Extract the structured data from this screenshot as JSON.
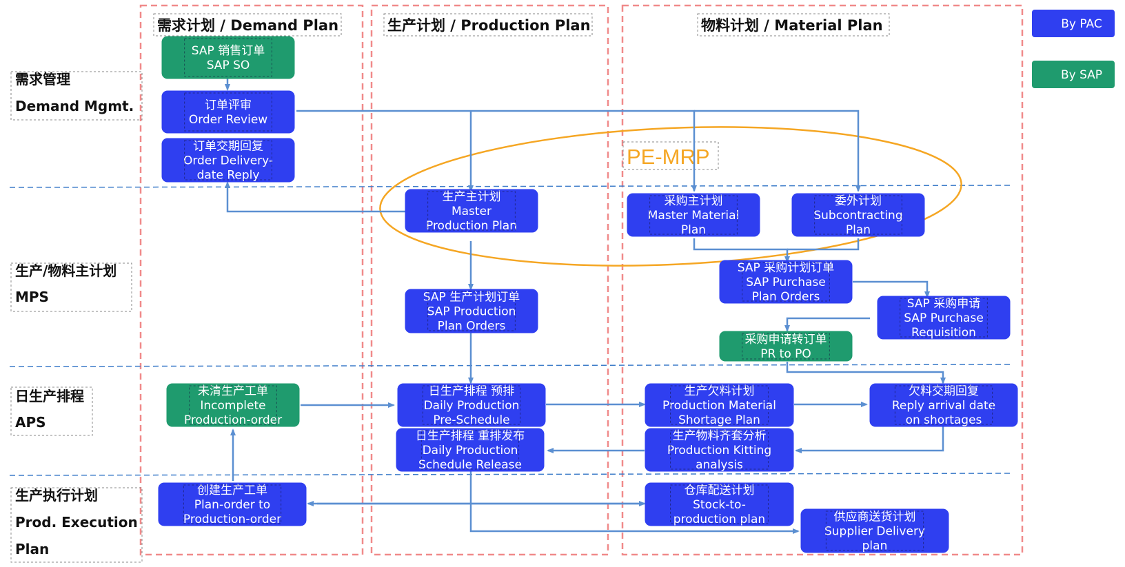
{
  "colors": {
    "pac": "#2f3ff0",
    "sap": "#1f9b6e",
    "arrow": "#5b8fd1",
    "column_border": "#f08a8a",
    "row_divider": "#3d7cc9",
    "ellipse": "#f5a623",
    "box_text": "#ffffff",
    "label_dash": "#888888"
  },
  "legend": [
    {
      "id": "pac",
      "label": "By PAC",
      "color_key": "pac"
    },
    {
      "id": "sap",
      "label": "By SAP",
      "color_key": "sap"
    }
  ],
  "columns": [
    {
      "id": "demand",
      "label": "需求计划 / Demand Plan"
    },
    {
      "id": "production",
      "label": "生产计划 / Production Plan"
    },
    {
      "id": "material",
      "label": "物料计划 / Material Plan"
    }
  ],
  "rows": [
    {
      "id": "demand-mgmt",
      "lines": [
        "需求管理",
        "Demand Mgmt."
      ]
    },
    {
      "id": "mps",
      "lines": [
        "生产/物料主计划",
        "MPS"
      ]
    },
    {
      "id": "aps",
      "lines": [
        "日生产排程",
        "APS"
      ]
    },
    {
      "id": "execution",
      "lines": [
        "生产执行计划",
        "Prod. Execution",
        "Plan"
      ]
    }
  ],
  "ellipse_label": "PE-MRP",
  "nodes": [
    {
      "id": "sap-so",
      "kind": "sap",
      "lines": [
        "SAP 销售订单",
        "SAP SO"
      ]
    },
    {
      "id": "order-review",
      "kind": "pac",
      "lines": [
        "订单评审",
        "Order Review"
      ]
    },
    {
      "id": "order-delivery-reply",
      "kind": "pac",
      "lines": [
        "订单交期回复",
        "Order Delivery-",
        "date Reply"
      ]
    },
    {
      "id": "master-production-plan",
      "kind": "pac",
      "lines": [
        "生产主计划",
        "Master",
        "Production Plan"
      ]
    },
    {
      "id": "master-material-plan",
      "kind": "pac",
      "lines": [
        "采购主计划",
        "Master Material",
        "Plan"
      ]
    },
    {
      "id": "subcontracting-plan",
      "kind": "pac",
      "lines": [
        "委外计划",
        "Subcontracting",
        "Plan"
      ]
    },
    {
      "id": "sap-purchase-plan-orders",
      "kind": "pac",
      "lines": [
        "SAP 采购计划订单",
        "SAP Purchase",
        "Plan Orders"
      ]
    },
    {
      "id": "sap-production-plan-orders",
      "kind": "pac",
      "lines": [
        "SAP 生产计划订单",
        "SAP Production",
        "Plan Orders"
      ]
    },
    {
      "id": "sap-purchase-requisition",
      "kind": "pac",
      "lines": [
        "SAP 采购申请",
        "SAP Purchase",
        "Requisition"
      ]
    },
    {
      "id": "pr-to-po",
      "kind": "sap",
      "lines": [
        "采购申请转订单",
        "PR to PO"
      ]
    },
    {
      "id": "incomplete-production-order",
      "kind": "sap",
      "lines": [
        "未清生产工单",
        "Incomplete",
        "Production-order"
      ]
    },
    {
      "id": "daily-pre-schedule",
      "kind": "pac",
      "lines": [
        "日生产排程 预排",
        "Daily Production",
        "Pre-Schedule"
      ]
    },
    {
      "id": "daily-schedule-release",
      "kind": "pac",
      "lines": [
        "日生产排程 重排发布",
        "Daily Production",
        "Schedule Release"
      ]
    },
    {
      "id": "material-shortage-plan",
      "kind": "pac",
      "lines": [
        "生产欠料计划",
        "Production Material",
        "Shortage Plan"
      ]
    },
    {
      "id": "reply-arrival-date",
      "kind": "pac",
      "lines": [
        "欠料交期回复",
        "Reply arrival date",
        "on shortages"
      ]
    },
    {
      "id": "kitting-analysis",
      "kind": "pac",
      "lines": [
        "生产物料齐套分析",
        "Production Kitting",
        "analysis"
      ]
    },
    {
      "id": "plan-order-to-production-order",
      "kind": "pac",
      "lines": [
        "创建生产工单",
        "Plan-order to",
        "Production-order"
      ]
    },
    {
      "id": "stock-to-production-plan",
      "kind": "pac",
      "lines": [
        "仓库配送计划",
        "Stock-to-",
        "production plan"
      ]
    },
    {
      "id": "supplier-delivery-plan",
      "kind": "pac",
      "lines": [
        "供应商送货计划",
        "Supplier Delivery",
        "plan"
      ]
    }
  ]
}
